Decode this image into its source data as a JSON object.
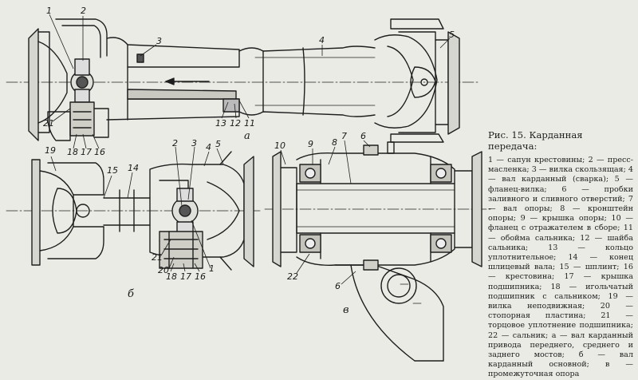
{
  "figure": {
    "caption_title": "Рис. 15. Карданная передача:",
    "caption_legend": "1 — сапун крестовины; 2 — пресс-масленка; 3 — вилка скользящая; 4 — вал карданный (сварка); 5 — фланец-вилка; 6 — пробки заливного и сливного отверстий; 7 — вал опоры; 8 — кронштейн опоры; 9 — крышка опоры; 10 — фланец с отражателем в сборе; 11 — обойма сальника; 12 — шайба сальника; 13 — кольцо уплотнительное; 14 — конец шлицевый вала; 15 — шплинт; 16 — крестовина; 17 — крышка подшипника; 18 — игольчатый подшипник с сальником; 19 — вилка неподвижная; 20 — стопорная пластина; 21 — торцовое уплотнение подшипника; 22 — сальник; а — вал карданный привода переднего, среднего и заднего мостов; б — вал карданный основной; в — промежуточная опора"
  },
  "views": {
    "a": {
      "sublabel": "а",
      "labels": [
        "1",
        "2",
        "3",
        "4",
        "5",
        "21",
        "18",
        "17",
        "16",
        "13",
        "12",
        "11"
      ]
    },
    "b": {
      "sublabel": "б",
      "labels": [
        "19",
        "15",
        "14",
        "2",
        "3",
        "4",
        "5",
        "21",
        "20",
        "18",
        "17",
        "16",
        "1"
      ]
    },
    "c": {
      "sublabel": "в",
      "labels": [
        "10",
        "9",
        "8",
        "7",
        "6",
        "22",
        "6"
      ]
    }
  }
}
